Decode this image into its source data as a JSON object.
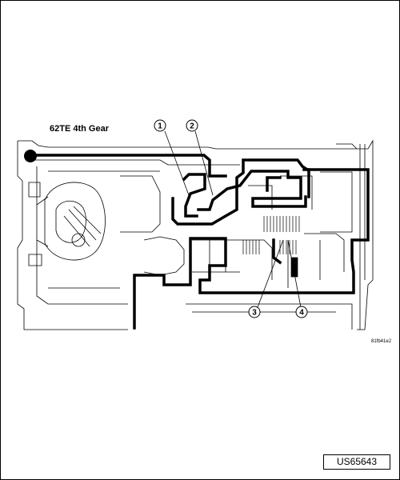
{
  "diagram": {
    "title": "62TE 4th Gear",
    "callouts": [
      "1",
      "2",
      "3",
      "4"
    ],
    "figure_code": "81fb41e2"
  },
  "figure_id": "US65643",
  "colors": {
    "line": "#000000",
    "background": "#ffffff"
  }
}
